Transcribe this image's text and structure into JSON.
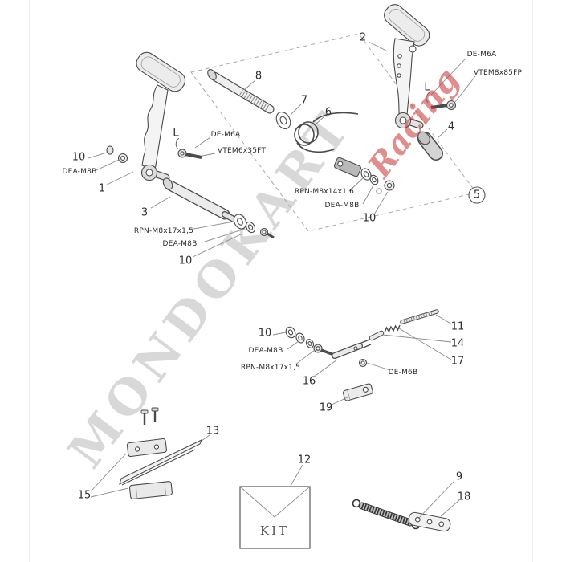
{
  "diagram": {
    "watermark_main": "MONDOKART",
    "watermark_accent": "Racing",
    "kit_label": "KIT"
  },
  "callouts": {
    "n1": "1",
    "n2": "2",
    "n3": "3",
    "n4": "4",
    "n5": "5",
    "n6": "6",
    "n7": "7",
    "n8": "8",
    "n9": "9",
    "n10_pedal_left": "10",
    "n10_axle": "10",
    "n10_pedal_right": "10",
    "n10_linkage": "10",
    "n11": "11",
    "n12": "12",
    "n13": "13",
    "n14": "14",
    "n15": "15",
    "n16": "16",
    "n17": "17",
    "n18": "18",
    "n19": "19",
    "l_left": "L",
    "l_right": "L"
  },
  "part_codes": {
    "de_m6a_right": "DE-M6A",
    "vtem8x85fp": "VTEM8x85FP",
    "de_m6a_left": "DE-M6A",
    "vtem6x35ft": "VTEM6x35FT",
    "dea_m8b_pedal_left": "DEA-M8B",
    "rpn_m8x17_axle": "RPN-M8x17x1,5",
    "dea_m8b_axle": "DEA-M8B",
    "rpn_m8x14": "RPN-M8x14x1,6",
    "dea_m8b_pedal_right": "DEA-M8B",
    "dea_m8b_linkage": "DEA-M8B",
    "rpn_m8x17_linkage": "RPN-M8x17x1,5",
    "de_m6b": "DE-M6B"
  }
}
